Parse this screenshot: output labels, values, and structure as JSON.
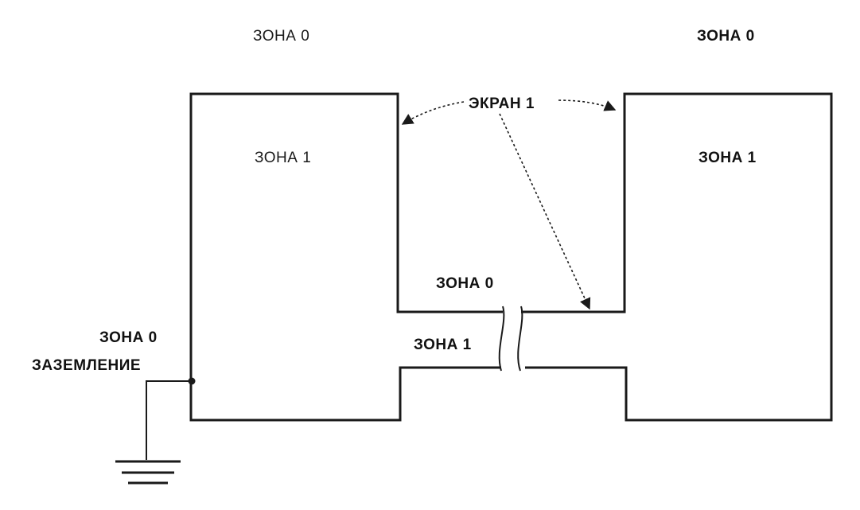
{
  "labels": {
    "zone0_top_left": "ЗОНА 0",
    "zone0_top_right": "ЗОНА 0",
    "screen": "ЭКРАН 1",
    "zone1_left": "ЗОНА 1",
    "zone1_right": "ЗОНА 1",
    "zone0_middle": "ЗОНА 0",
    "zone1_channel": "ЗОНА 1",
    "zone0_ground": "ЗОНА 0",
    "grounding": "ЗАЗЕМЛЕНИЕ"
  }
}
